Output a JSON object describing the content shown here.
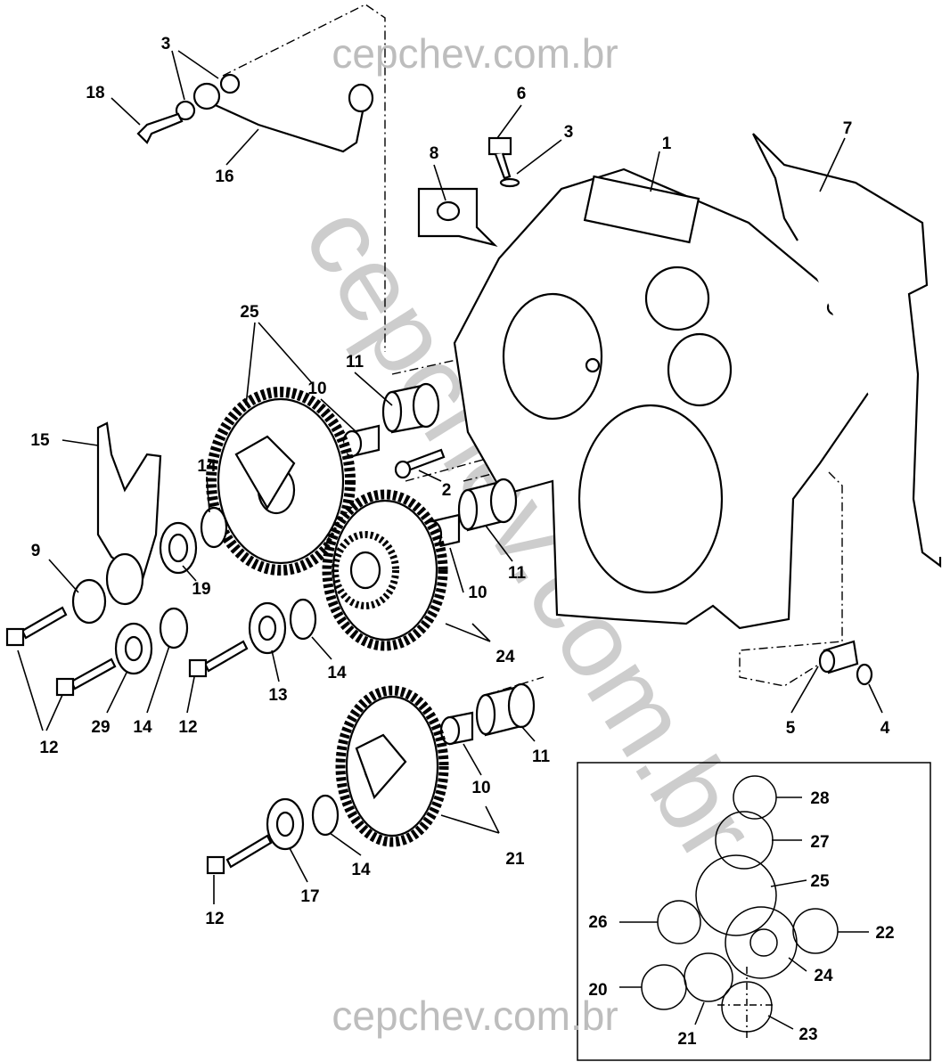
{
  "watermark": {
    "top": "cepchev.com.br",
    "bottom": "cepchev.com.br",
    "diagonal": "cepchev.com.br"
  },
  "callouts": [
    "3",
    "18",
    "16",
    "6",
    "3",
    "8",
    "1",
    "7",
    "25",
    "10",
    "11",
    "15",
    "14",
    "2",
    "9",
    "19",
    "10",
    "11",
    "24",
    "12",
    "29",
    "14",
    "12",
    "13",
    "14",
    "5",
    "4",
    "11",
    "10",
    "21",
    "14",
    "17",
    "12"
  ],
  "inset": {
    "labels": [
      "28",
      "27",
      "25",
      "26",
      "22",
      "24",
      "20",
      "21",
      "23"
    ]
  }
}
